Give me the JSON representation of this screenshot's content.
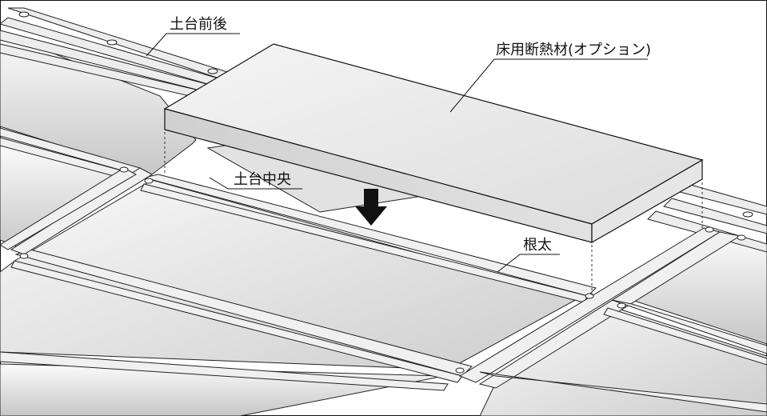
{
  "callouts": {
    "dodai_front_back": "土台前後",
    "floor_insulation": "床用断熱材(オプション)",
    "dodai_center": "土台中央",
    "joist": "根太"
  },
  "colors": {
    "line": "#111111",
    "panel_light": "#f7f7f7",
    "panel_dark": "#c9c9c9",
    "frame": "#ececec",
    "board_top": "#e8e8e8",
    "board_front": "#d6d6d6"
  }
}
